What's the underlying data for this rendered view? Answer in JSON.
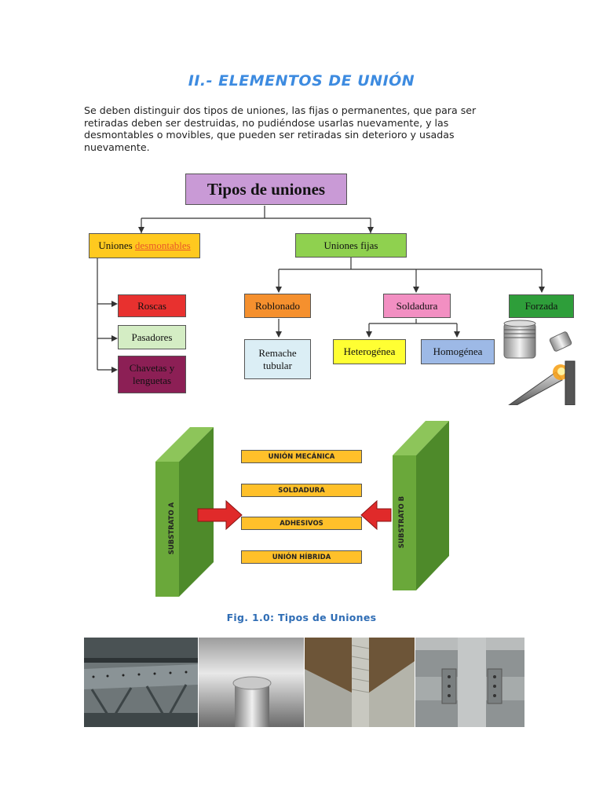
{
  "document": {
    "title": "II.- ELEMENTOS DE UNIÓN",
    "intro": "Se deben distinguir dos tipos de uniones, las fijas o permanentes, que para ser retiradas deben ser destruidas, no pudiéndose usarlas nuevamente, y las desmontables o movibles, que pueden ser retiradas sin deterioro y usadas nuevamente."
  },
  "tree": {
    "root": "Tipos de uniones",
    "desmontables_prefix": "Uniones ",
    "desmontables_word": "desmontables",
    "fijas": "Uniones fijas",
    "roscas": "Roscas",
    "pasadores": "Pasadores",
    "chavetas": "Chavetas y lenguetas",
    "roblonado": "Roblonado",
    "remache": "Remache tubular",
    "soldadura": "Soldadura",
    "heterogenea": "Heterogénea",
    "homogenea": "Homogénea",
    "forzada": "Forzada"
  },
  "substrate_diagram": {
    "substrate_a": "SUBSTRATO A",
    "substrate_b": "SUBSTRATO B",
    "methods": [
      "UNIÓN MECÁNICA",
      "SOLDADURA",
      "ADHESIVOS",
      "UNIÓN HÍBRIDA"
    ]
  },
  "caption": "Fig. 1.0: Tipos de Uniones",
  "colors": {
    "title": "#3d8be0",
    "caption": "#2f6db5",
    "root": "#c99ad6",
    "desmontables": "#ffc91f",
    "fijas": "#8fd14f",
    "roscas": "#e8312f",
    "pasadores": "#d4edc4",
    "chavetas": "#8c1f55",
    "roblonado": "#f5902e",
    "remache": "#dbeef5",
    "soldadura": "#f28fc2",
    "heterogenea": "#ffff33",
    "homogenea": "#9db9e6",
    "forzada": "#2e9e3a",
    "substrate": "#6aa83a",
    "method_box": "#ffc02a",
    "arrow": "#e02a2a"
  },
  "photos": [
    "riveted-bridge-photo",
    "welded-tube-photo",
    "weld-seam-photo",
    "bolted-beam-photo"
  ]
}
